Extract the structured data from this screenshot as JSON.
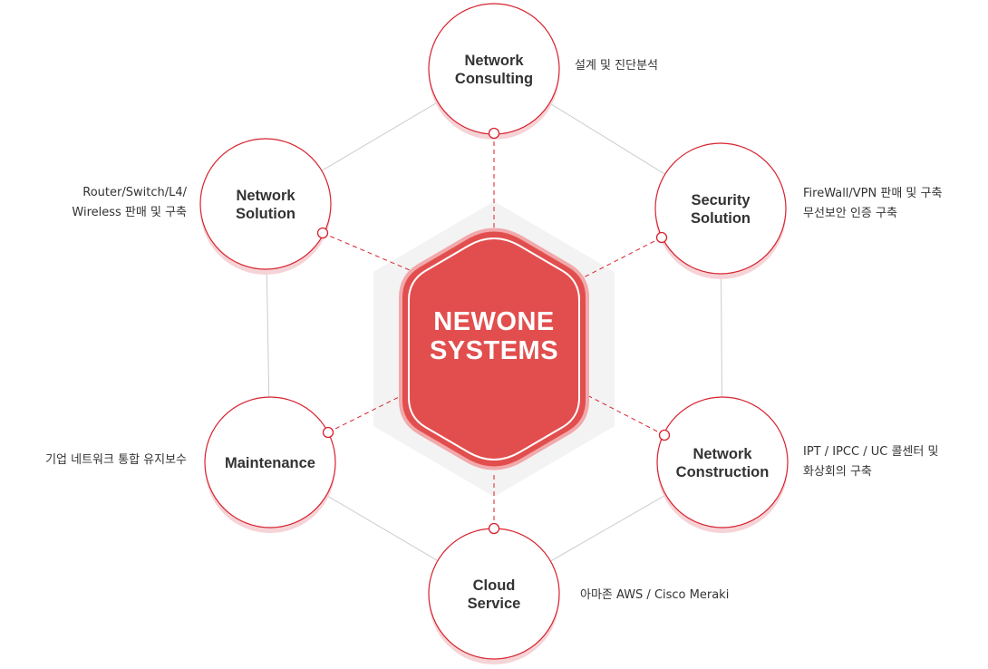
{
  "center": {
    "lines": [
      "NEWONE",
      "SYSTEMS"
    ]
  },
  "nodes": [
    {
      "id": "network-consulting",
      "title": [
        "Network",
        "Consulting"
      ],
      "desc": [
        "설계 및 진단분석"
      ]
    },
    {
      "id": "security-solution",
      "title": [
        "Security",
        "Solution"
      ],
      "desc": [
        "FireWall/VPN 판매 및 구축",
        "무선보안 인증 구축"
      ]
    },
    {
      "id": "network-construction",
      "title": [
        "Network",
        "Construction"
      ],
      "desc": [
        "IPT / IPCC / UC 콜센터 및",
        "화상회의 구축"
      ]
    },
    {
      "id": "cloud-service",
      "title": [
        "Cloud",
        "Service"
      ],
      "desc": [
        "아마존 AWS / Cisco Meraki"
      ]
    },
    {
      "id": "maintenance",
      "title": [
        "Maintenance"
      ],
      "desc": [
        "기업 네트워크  통합 유지보수"
      ]
    },
    {
      "id": "network-solution",
      "title": [
        "Network",
        "Solution"
      ],
      "desc": [
        "Router/Switch/L4/",
        "Wireless  판매 및 구축"
      ]
    }
  ],
  "colors": {
    "accent": "#e24e4e",
    "accent_stroke": "#d7222e",
    "shadow": "#f6d3d6",
    "hex_bg": "#f3f3f3",
    "connector": "#cccccc"
  }
}
